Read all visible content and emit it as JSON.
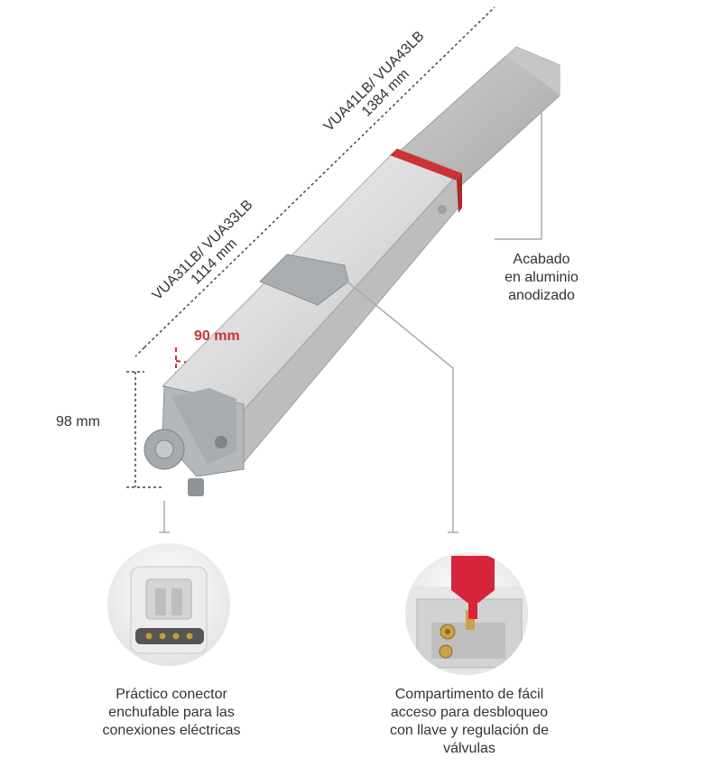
{
  "dimensions": {
    "long_models": "VUA41LB/ VUA43LB",
    "long_length": "1384 mm",
    "short_models": "VUA31LB/ VUA33LB",
    "short_length": "1114 mm",
    "width": "90 mm",
    "height": "98 mm"
  },
  "callouts": {
    "finish": [
      "Acabado",
      "en aluminio",
      "anodizado"
    ],
    "connector": [
      "Práctico conector",
      "enchufable para las",
      "conexiones eléctricas"
    ],
    "compartment": [
      "Compartimento de fácil",
      "acceso para desbloqueo",
      "con llave y regulación de",
      "válvulas"
    ]
  },
  "colors": {
    "accent_red": "#cc3333",
    "aluminium": "#d9d9d9",
    "key_red": "#d8243a"
  },
  "icons": [
    "linear-actuator-image",
    "connector-detail-image",
    "release-key-detail-image"
  ]
}
